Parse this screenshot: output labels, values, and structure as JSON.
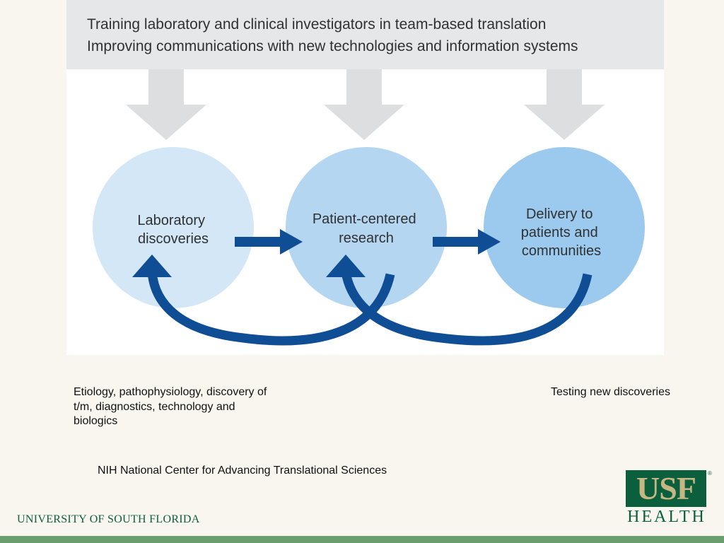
{
  "banner": {
    "line1": "Training laboratory and clinical investigators in team-based translation",
    "line2": "Improving communications with new technologies and information systems"
  },
  "nodes": [
    {
      "id": "lab",
      "lines": [
        "Laboratory",
        "discoveries"
      ],
      "fill": "#d3e7f7"
    },
    {
      "id": "research",
      "lines": [
        "Patient-centered",
        "research"
      ],
      "fill": "#b4d6f1"
    },
    {
      "id": "delivery",
      "lines": [
        "Delivery to",
        "patients and",
        "communities"
      ],
      "fill": "#9ccaee"
    }
  ],
  "colors": {
    "arrow": "#0f4d95",
    "banner_arrow": "#dcdee0",
    "banner_bg": "#e6e7e8",
    "usf_green": "#0c5f3c",
    "usf_gold": "#c5b783",
    "footer_bar": "#6a9e71"
  },
  "notes": {
    "left": "Etiology, pathophysiology, discovery of t/m, diagnostics, technology and biologics",
    "right": "Testing new discoveries",
    "source": "NIH National Center for Advancing Translational Sciences"
  },
  "footer": {
    "university": "UNIVERSITY OF  SOUTH FLORIDA",
    "logo_top": "USF",
    "logo_bottom": "HEALTH",
    "logo_reg": "®"
  }
}
